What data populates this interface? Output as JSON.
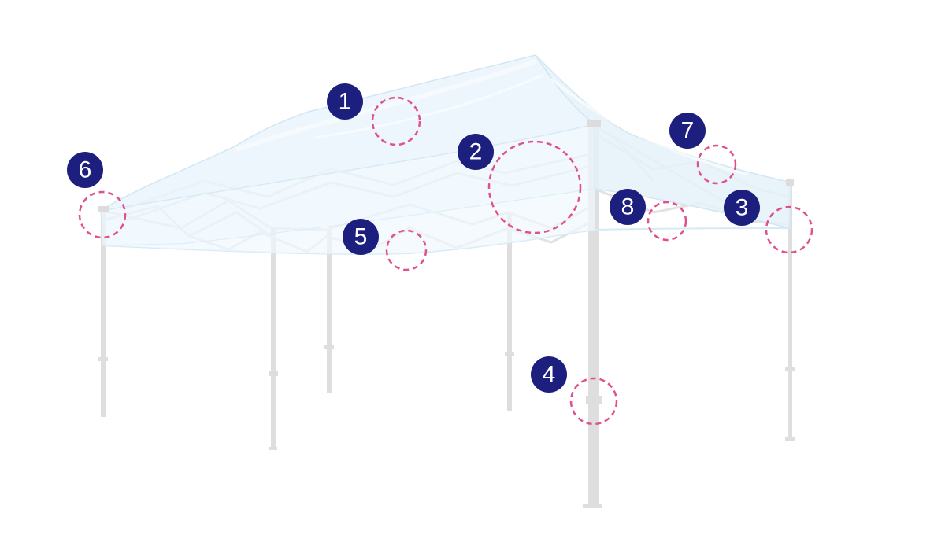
{
  "diagram": {
    "colors": {
      "badge": "#1c1f7d",
      "badge_text": "#ffffff",
      "highlight_ring": "#e0508d",
      "frame": "#dedede",
      "canopy_fill": "#e9f4fb",
      "canopy_edge": "#cfe3ef"
    },
    "markers": [
      {
        "label": "1"
      },
      {
        "label": "2"
      },
      {
        "label": "3"
      },
      {
        "label": "4"
      },
      {
        "label": "5"
      },
      {
        "label": "6"
      },
      {
        "label": "7"
      },
      {
        "label": "8"
      }
    ]
  }
}
